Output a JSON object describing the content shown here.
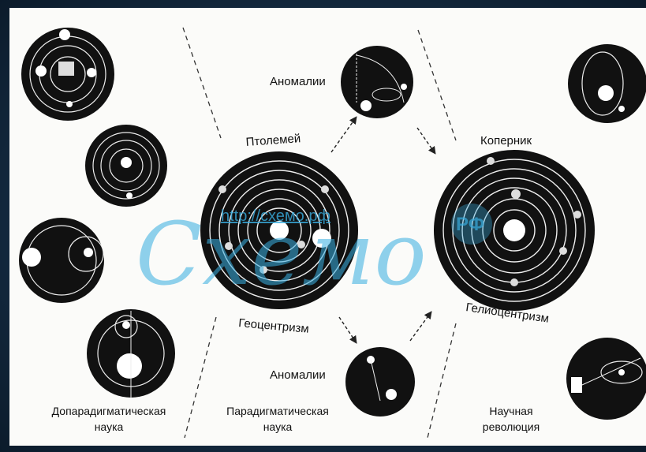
{
  "labels": {
    "ptolemy": "Птолемей",
    "copernicus": "Коперник",
    "anomalies_top": "Аномалии",
    "anomalies_bottom": "Аномалии",
    "geocentrism": "Геоцентризм",
    "heliocentrism": "Гелиоцентризм"
  },
  "captions": {
    "preparadigm_line1": "Допарадигматическая",
    "preparadigm_line2": "наука",
    "paradigm_line1": "Парадигматическая",
    "paradigm_line2": "наука",
    "revolution_line1": "Научная",
    "revolution_line2": "революция"
  },
  "watermark": {
    "logo": "Схемо",
    "url": "http://схемо.рф",
    "badge": "РФ"
  },
  "colors": {
    "frame": "#162d44",
    "ink": "#111111",
    "watermark": "#39aee0"
  }
}
